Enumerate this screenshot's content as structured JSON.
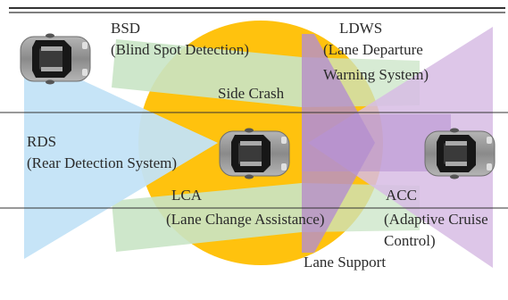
{
  "colors": {
    "side_crash": "#ffc20e",
    "rds": "#c3e3f7",
    "bsd": "#c9e4c5",
    "lane_support": "#b48fd0",
    "acc": "#d7bce4",
    "line": "#333333",
    "car_body": "#8c8c8c",
    "car_glass": "#161616"
  },
  "labels": {
    "bsd_title": "BSD",
    "bsd_sub": "(Blind Spot Detection)",
    "ldws_title": "LDWS",
    "ldws_sub1": "(Lane Departure",
    "ldws_sub2": "Warning System)",
    "side_crash": "Side Crash",
    "rds_title": "RDS",
    "rds_sub": "(Rear Detection System)",
    "lca_title": "LCA",
    "lca_sub": "(Lane Change Assistance)",
    "acc_title": "ACC",
    "acc_sub1": "(Adaptive Cruise",
    "acc_sub2": "Control)",
    "lane_support": "Lane Support"
  }
}
